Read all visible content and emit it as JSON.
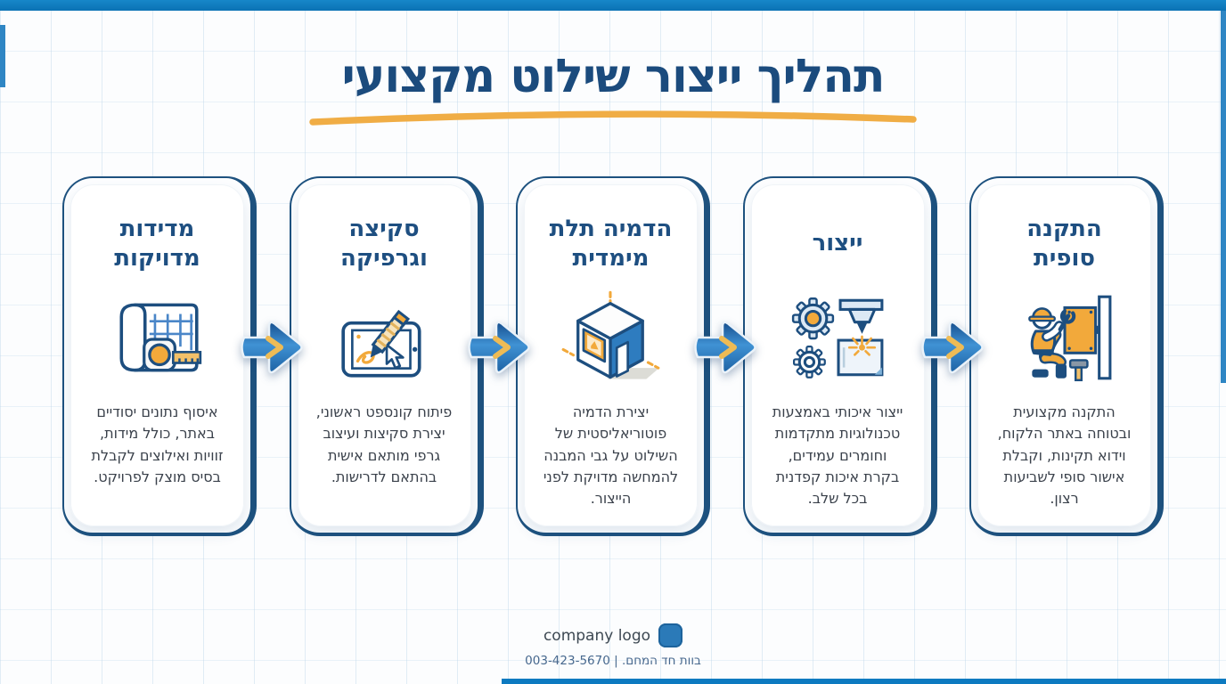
{
  "title": "תהליך ייצור שילוט מקצועי",
  "steps": [
    {
      "title": "מדידות מדויקות",
      "body": "איסוף נתונים יסודיים באתר, כולל מידות, זוויות ואילוצים לקבלת בסיס מוצק לפרויקט.",
      "icon": "blueprint-measuring-tape-icon"
    },
    {
      "title": "סקיצה וגרפיקה",
      "body": "פיתוח קונספט ראשוני, יצירת סקיצות ועיצוב גרפי מותאם אישית בהתאם לדרישות.",
      "icon": "tablet-pencil-sketch-icon"
    },
    {
      "title": "הדמיה תלת מימדית",
      "body": "יצירת הדמיה פוטוריאליסטית של השילוט על גבי המבנה להמחשה מדויקת לפני הייצור.",
      "icon": "isometric-building-3d-icon"
    },
    {
      "title": "ייצור",
      "body": "ייצור איכותי באמצעות טכנולוגיות מתקדמות וחומרים עמידים, בקרת איכות קפדנית בכל שלב.",
      "icon": "gears-laser-cutter-icon"
    },
    {
      "title": "התקנה סופית",
      "body": "התקנה מקצועית ובטוחה באתר הלקוח, וידוא תקינות, וקבלת אישור סופי לשביעות רצון.",
      "icon": "installer-worker-icon"
    }
  ],
  "footer": {
    "logo_label": "company logo",
    "contact": "בוות חד המחם. | 003-423-5670"
  },
  "colors": {
    "accent_blue": "#0d7ac0",
    "navy": "#1d4e7f",
    "gold": "#f2a93b",
    "title_navy": "#1b4b7d"
  }
}
